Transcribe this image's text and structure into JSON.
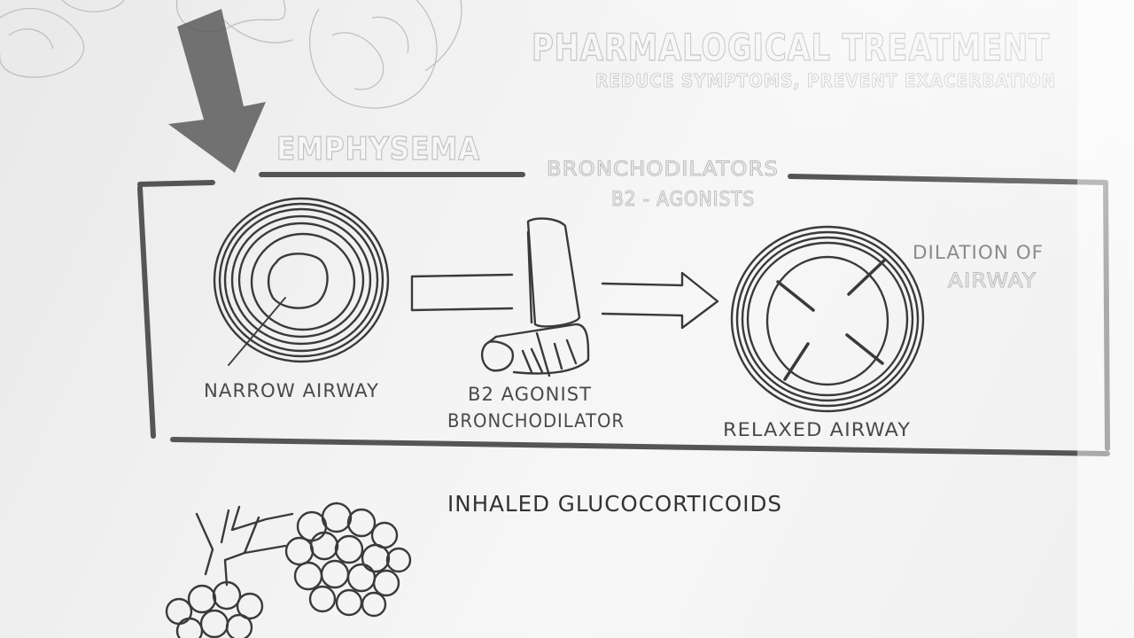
{
  "heading": {
    "title": "PHARMALOGICAL TREATMENT",
    "subtitle": "REDUCE SYMPTOMS, PREVENT EXACERBATION"
  },
  "previous_topic_label": "EMPHYSEMA",
  "bronchodilators": {
    "title": "BRONCHODILATORS",
    "subtitle": "B2 - AGONISTS",
    "narrow_airway_label": "NARROW AIRWAY",
    "inhaler_label_line1": "B2 AGONIST",
    "inhaler_label_line2": "BRONCHODILATOR",
    "relaxed_airway_label": "RELAXED AIRWAY",
    "dilation_label_line1": "DILATION OF",
    "dilation_label_line2": "AIRWAY"
  },
  "next_section_title": "INHALED GLUCOCORTICOIDS",
  "colors": {
    "ink": "#3a3a3a",
    "faded_ink": "#bdbdbd",
    "board": "#f2f2f2"
  }
}
